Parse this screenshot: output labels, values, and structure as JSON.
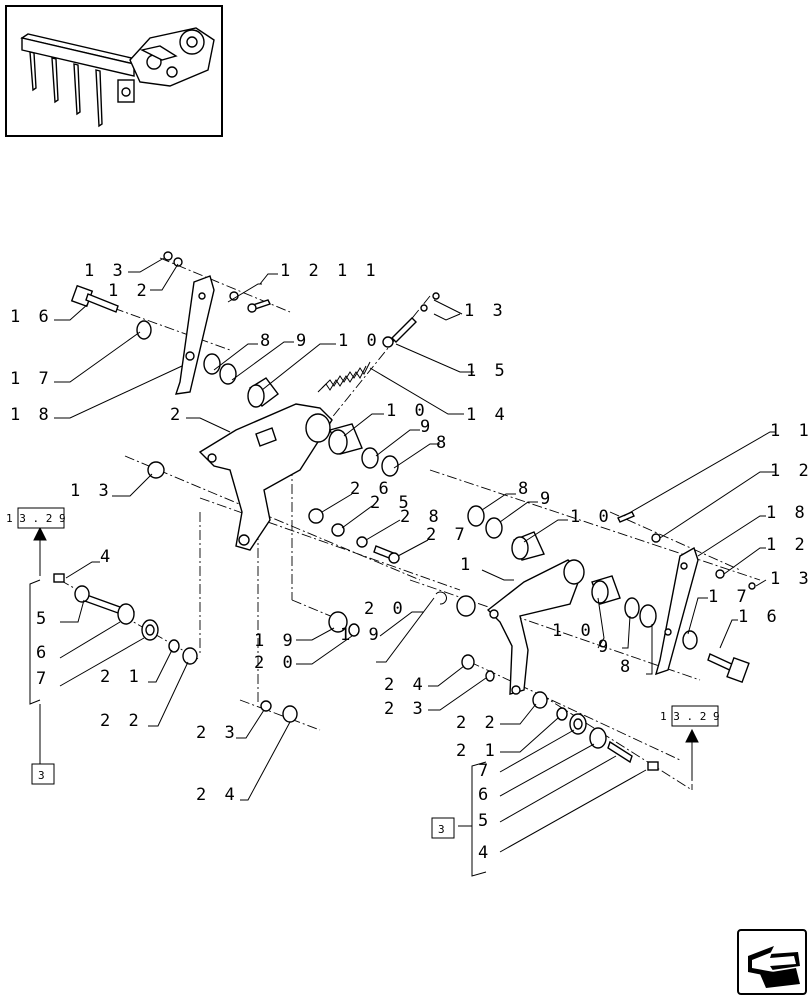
{
  "labels": {
    "l13a": "1 3",
    "l12a": "1 2",
    "l1211": "1 2 1 1",
    "l16a": "1 6",
    "l17a": "1 7",
    "l18a": "1 8",
    "l13b": "1 3",
    "l15": "1 5",
    "l14": "1 4",
    "l8a": "8",
    "l9a": "9",
    "l10a": "1 0",
    "l2": "2",
    "l10b": "1 0",
    "l9b": "9",
    "l8b": "8",
    "l13c": "1 3",
    "l26": "2 6",
    "l25": "2 5",
    "l28": "2 8",
    "l27": "2 7",
    "l4a": "4",
    "l5a": "5",
    "l6a": "6",
    "l7a": "7",
    "l21a": "2 1",
    "l22a": "2 2",
    "l19a": "1 9",
    "l20a": "2 0",
    "l20b": "2 0",
    "l19b": "1 9",
    "l23a": "2 3",
    "l24a": "2 4",
    "l8c": "8",
    "l9c": "9",
    "l10c": "1 0",
    "l1": "1",
    "l11b": "1 1",
    "l12b": "1 2",
    "l18b": "1 8",
    "l12c": "1 2",
    "l13d": "1 3",
    "l17b": "1 7",
    "l16b": "1 6",
    "l10d": "1 0",
    "l9d": "9",
    "l8d": "8",
    "l24b": "2 4",
    "l23b": "2 3",
    "l22b": "2 2",
    "l21b": "2 1",
    "l7b": "7",
    "l6b": "6",
    "l5b": "5",
    "l4b": "4"
  },
  "refs": {
    "left_ref": "1 3 . 2 9",
    "right_ref": "1 3 . 2 9",
    "left_group": "3",
    "right_group": "3"
  },
  "icons": {
    "thumbnail": "pickup-reel-thumbnail",
    "nav": "previous-page-arrow-icon"
  }
}
